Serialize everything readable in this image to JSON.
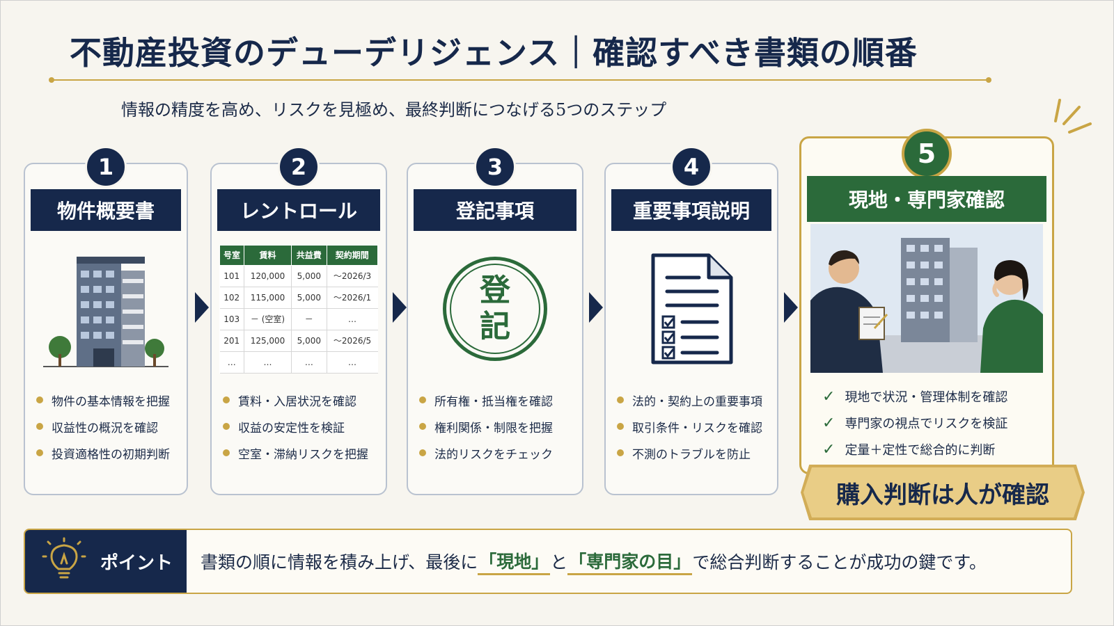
{
  "title": "不動産投資のデューデリジェンス｜確認すべき書類の順番",
  "subtitle": "情報の精度を高め、リスクを見極め、最終判断につなげる5つのステップ",
  "colors": {
    "navy": "#16284b",
    "green": "#2b6a3a",
    "gold": "#c9a545"
  },
  "steps": [
    {
      "number": "1",
      "heading": "物件概要書",
      "icon": "building-icon",
      "bullets": [
        "物件の基本情報を把握",
        "収益性の概況を確認",
        "投資適格性の初期判断"
      ]
    },
    {
      "number": "2",
      "heading": "レントロール",
      "icon": "rent-roll-table",
      "bullets": [
        "賃料・入居状況を確認",
        "収益の安定性を検証",
        "空室・滞納リスクを把握"
      ]
    },
    {
      "number": "3",
      "heading": "登記事項",
      "icon": "registry-seal-icon",
      "seal_text": "登記",
      "bullets": [
        "所有権・抵当権を確認",
        "権利関係・制限を把握",
        "法的リスクをチェック"
      ]
    },
    {
      "number": "4",
      "heading": "重要事項説明",
      "icon": "checklist-document-icon",
      "bullets": [
        "法的・契約上の重要事項",
        "取引条件・リスクを確認",
        "不測のトラブルを防止"
      ]
    },
    {
      "number": "5",
      "heading": "現地・専門家確認",
      "icon": "site-inspection-illustration",
      "bullets": [
        "現地で状況・管理体制を確認",
        "専門家の視点でリスクを検証",
        "定量＋定性で総合的に判断"
      ]
    }
  ],
  "rent_roll": {
    "headers": [
      "号室",
      "賃料",
      "共益費",
      "契約期間"
    ],
    "rows": [
      [
        "101",
        "120,000",
        "5,000",
        "～2026/3"
      ],
      [
        "102",
        "115,000",
        "5,000",
        "～2026/1"
      ],
      [
        "103",
        "－ (空室)",
        "－",
        "…"
      ],
      [
        "201",
        "125,000",
        "5,000",
        "～2026/5"
      ],
      [
        "…",
        "…",
        "…",
        "…"
      ]
    ]
  },
  "final_badge": "購入判断は人が確認",
  "point": {
    "label": "ポイント",
    "text_1": "書類の順に情報を積み上げ、最後に",
    "hl_1": "「現地」",
    "text_2": "と",
    "hl_2": "「専門家の目」",
    "text_3": "で総合判断することが成功の鍵です。"
  }
}
